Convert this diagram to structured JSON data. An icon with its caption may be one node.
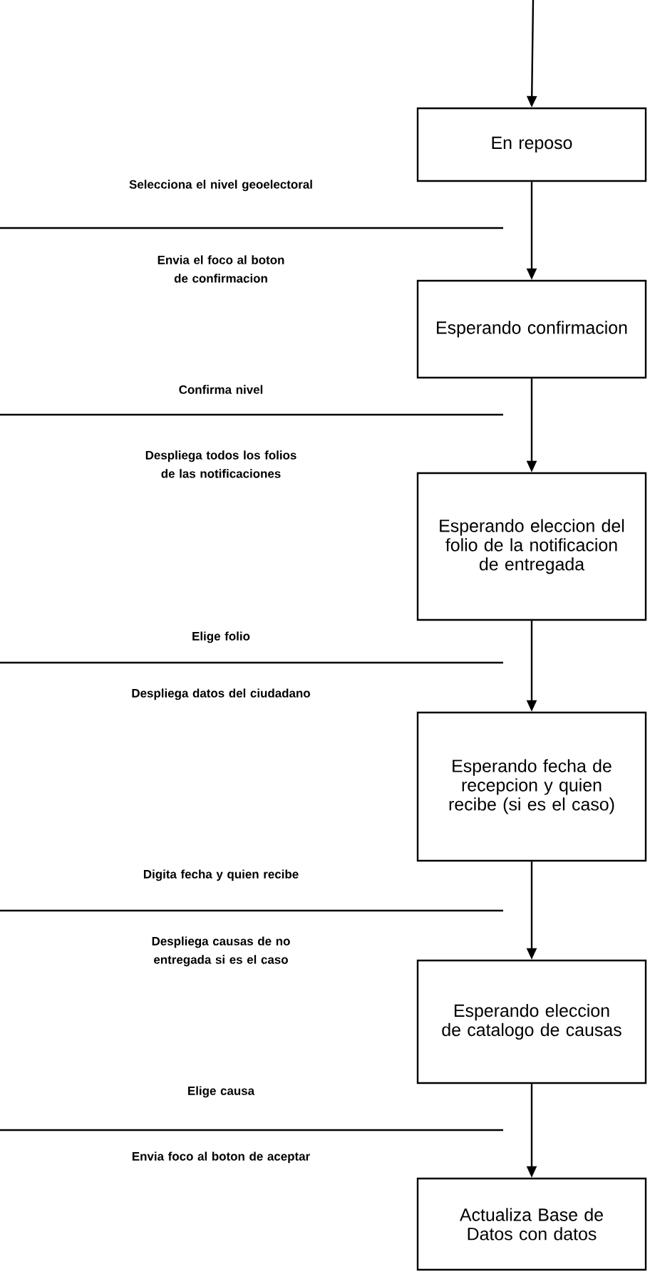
{
  "diagram": {
    "nodes": [
      {
        "text": [
          "En reposo"
        ]
      },
      {
        "text": [
          "Esperando confirmacion"
        ]
      },
      {
        "text": [
          "Esperando eleccion del folio de la notificacion de entregada"
        ]
      },
      {
        "text": [
          "Esperando fecha de recepcion y quien recibe (si es el caso)"
        ]
      },
      {
        "text": [
          "Esperando eleccion de catalogo de causas"
        ]
      },
      {
        "text": [
          "Actualiza Base de Datos con datos"
        ]
      }
    ],
    "edges": [
      {
        "from": null,
        "to": 0,
        "arrow": "to"
      },
      {
        "from": 0,
        "to": 1,
        "arrow": "to"
      },
      {
        "from": 1,
        "to": 2,
        "arrow": "to"
      },
      {
        "from": 2,
        "to": 3,
        "arrow": "to"
      },
      {
        "from": 3,
        "to": 4,
        "arrow": "to"
      },
      {
        "from": 4,
        "to": 5,
        "arrow": "to"
      }
    ],
    "labels": [
      "Selecciona el nivel geoelectoral",
      "Envia el foco al boton de confirmacion",
      "Confirma nivel",
      "Despliega todos los folios de las notificaciones",
      "Elige folio",
      "Despliega datos del ciudadano",
      "Digita fecha y quien recibe",
      "Despliega causas de no entregada si es el caso",
      "Elige causa",
      "Envia foco al boton de aceptar"
    ]
  }
}
